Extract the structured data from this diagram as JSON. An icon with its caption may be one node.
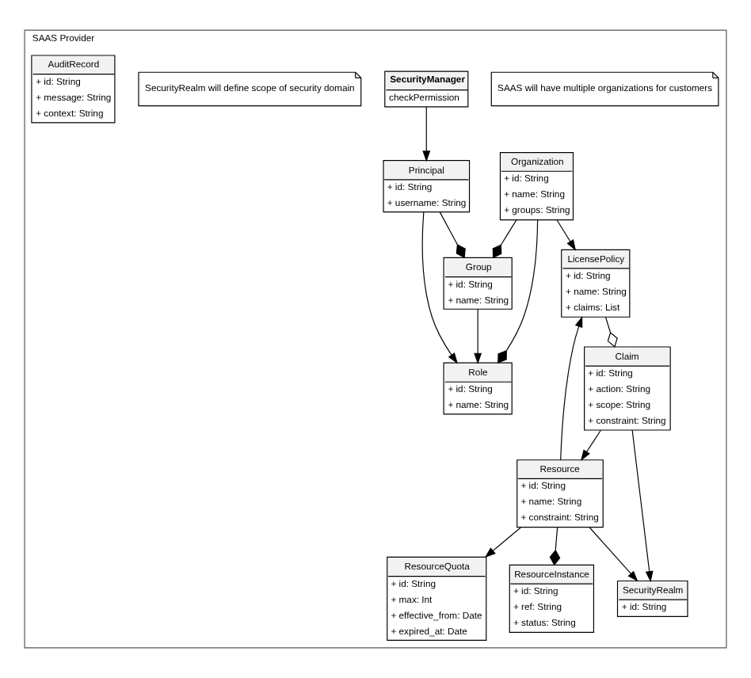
{
  "diagram": {
    "nodes": [
      {
        "text": [
          "SAAS Provider"
        ]
      },
      {
        "text": [
          "SAAS will have multiple organizations for customers"
        ],
        "in": 0
      },
      {
        "text": [
          "Organization",
          "+ id: String",
          "+ name: String",
          "+ groups: String"
        ],
        "in": 0
      },
      {
        "text": [
          "LicensePolicy",
          "+ id: String",
          "+ name: String",
          "+ claims: List"
        ],
        "in": 0
      },
      {
        "text": [
          "Group",
          "+ id: String",
          "+ name: String"
        ],
        "in": 0
      },
      {
        "text": [
          "Role",
          "+ id: String",
          "+ name: String"
        ],
        "in": 0
      },
      {
        "text": [
          "Claim",
          "+ id: String",
          "+ action: String",
          "+ scope: String",
          "+ constraint: String"
        ],
        "in": 0
      },
      {
        "text": [
          "Principal",
          "+ id: String",
          "+ username: String"
        ],
        "in": 0
      },
      {
        "text": [
          "SecurityRealm",
          "+ id: String"
        ],
        "in": 0
      },
      {
        "text": [
          "Resource",
          "+ id: String",
          "+ name: String",
          "+ constraint: String"
        ],
        "in": 0
      },
      {
        "text": [
          "SecurityManager",
          "checkPermission"
        ],
        "in": 0
      },
      {
        "text": [
          "SecurityRealm will define scope of security domain"
        ],
        "in": 0
      },
      {
        "text": [
          "ResourceQuota",
          "+ id: String",
          "+ max: Int",
          "+ effective_from: Date",
          "+ expired_at: Date"
        ],
        "in": 0
      },
      {
        "text": [
          "ResourceInstance",
          "+ id: String",
          "+ ref: String",
          "+ status: String"
        ],
        "in": 0
      },
      {
        "text": [
          "AuditRecord",
          "+ id: String",
          "+ message: String",
          "+ context: String"
        ],
        "in": 0
      }
    ],
    "edges": [
      {
        "from": 2,
        "to": 4,
        "arrow": "other"
      },
      {
        "from": 2,
        "to": 5,
        "arrow": "other"
      },
      {
        "from": 2,
        "to": 3,
        "arrow": "to"
      },
      {
        "from": 3,
        "to": 6,
        "arrow": "other"
      },
      {
        "from": 4,
        "to": 5,
        "arrow": "to"
      },
      {
        "from": 7,
        "to": 4,
        "arrow": "other"
      },
      {
        "from": 7,
        "to": 5,
        "arrow": "to"
      },
      {
        "from": 6,
        "to": 8,
        "arrow": "to"
      },
      {
        "from": 6,
        "to": 9,
        "arrow": "to"
      },
      {
        "from": 9,
        "to": 8,
        "arrow": "to"
      },
      {
        "from": 9,
        "to": 12,
        "arrow": "to"
      },
      {
        "from": 9,
        "to": 3,
        "arrow": "to"
      },
      {
        "from": 10,
        "to": 7,
        "arrow": "to"
      },
      {
        "from": 9,
        "to": 13,
        "arrow": "other"
      }
    ]
  }
}
